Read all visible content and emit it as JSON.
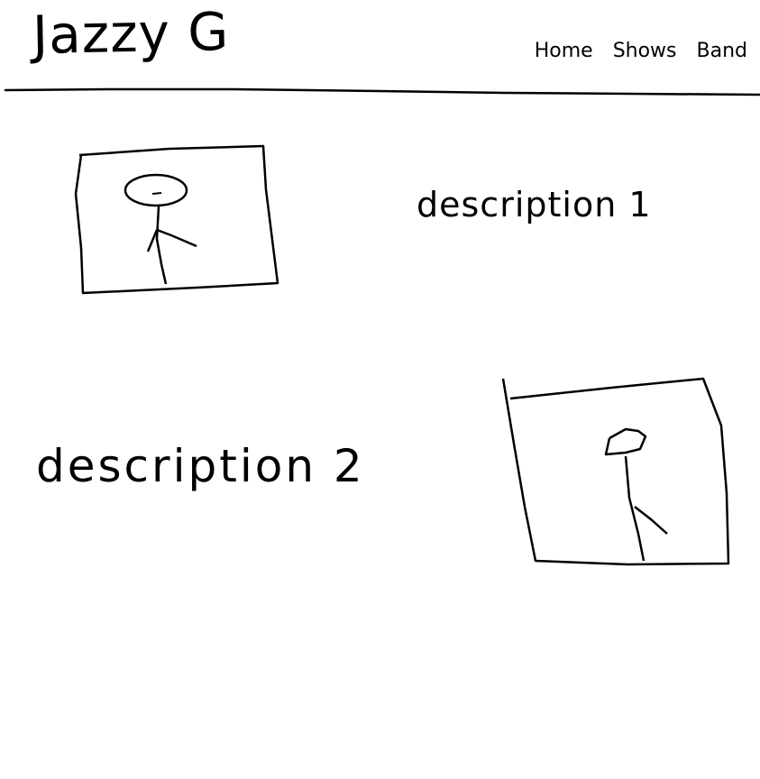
{
  "header": {
    "title": "Jazzy G",
    "nav": [
      {
        "label": "Home"
      },
      {
        "label": "Shows"
      },
      {
        "label": "Band"
      }
    ]
  },
  "sections": [
    {
      "photo_icon": "person-photo-icon",
      "description": "description 1"
    },
    {
      "photo_icon": "person-photo-icon",
      "description": "description 2"
    }
  ],
  "colors": {
    "ink": "#000000",
    "background": "#ffffff"
  }
}
